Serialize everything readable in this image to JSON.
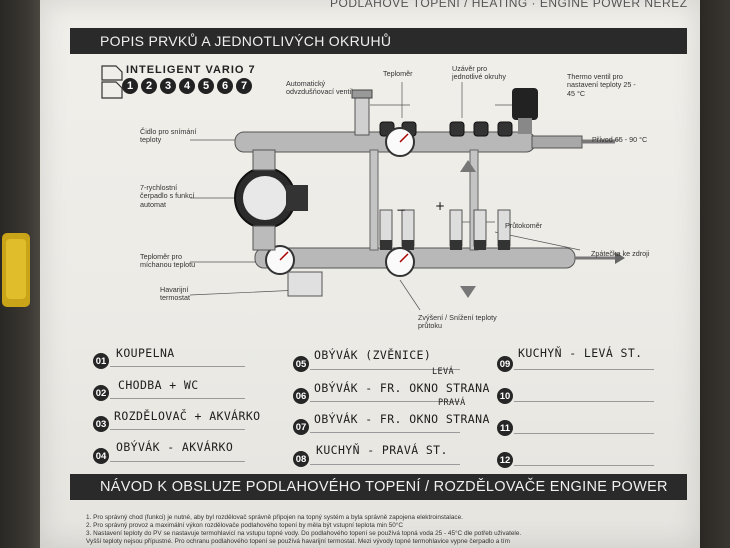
{
  "page": {
    "top_strip_text": "PODLAHOVÉ TOPENÍ / HEATING · ENGINE POWER NEREZ",
    "section1_title": "POPIS PRVKŮ A JEDNOTLIVÝCH OKRUHŮ",
    "section2_title": "NÁVOD K OBSLUZE PODLAHOVÉHO TOPENÍ / ROZDĚLOVAČE ENGINE POWER"
  },
  "product": {
    "name": "INTELIGENT VARIO 7",
    "circle_numbers": [
      "1",
      "2",
      "3",
      "4",
      "5",
      "6",
      "7"
    ]
  },
  "labels": {
    "auto_vent": "Automatický odvzdušňovací ventil",
    "thermometer": "Teploměr",
    "shutoff": "Uzávěr pro jednotlivé okruhy",
    "thermo_valve": "Thermo ventil pro nastavení teploty 25 - 45 °C",
    "temp_sensor": "Čidlo pro snímání teploty",
    "supply": "Přívod 65 - 90 °C",
    "pump": "7-rychlostní čerpadlo s funkcí automat",
    "flowmeter": "Průtokoměr",
    "return": "Zpátečka ke zdroji",
    "mix_thermometer": "Teploměr pro míchanou teplotu",
    "emergency": "Havarijní termostat",
    "flow_adjust": "Zvýšení / Snížení teploty průtoku"
  },
  "circuits": [
    {
      "num": "01",
      "text": "KOUPELNA",
      "note": ""
    },
    {
      "num": "02",
      "text": "CHODBA + WC",
      "note": ""
    },
    {
      "num": "03",
      "text": "ROZDĚLOVAČ + AKVÁRKO",
      "note": ""
    },
    {
      "num": "04",
      "text": "OBÝVÁK - AKVÁRKO",
      "note": ""
    },
    {
      "num": "05",
      "text": "OBÝVÁK (ZVĚNICE)",
      "note": ""
    },
    {
      "num": "06",
      "text": "OBÝVÁK - FR. OKNO STRANA",
      "note": "LEVÁ"
    },
    {
      "num": "07",
      "text": "OBÝVÁK - FR. OKNO STRANA",
      "note": "PRAVÁ"
    },
    {
      "num": "08",
      "text": "KUCHYŇ - PRAVÁ ST.",
      "note": ""
    },
    {
      "num": "09",
      "text": "KUCHYŇ - LEVÁ ST.",
      "note": ""
    },
    {
      "num": "10",
      "text": "",
      "note": ""
    },
    {
      "num": "11",
      "text": "",
      "note": ""
    },
    {
      "num": "12",
      "text": "",
      "note": ""
    }
  ],
  "instructions": [
    "1. Pro správný chod (funkci) je nutné, aby byl rozdělovač správně připojen na topný systém a byla správně zapojena elektroinstalace.",
    "2. Pro správný provoz a maximální výkon rozdělovače podlahového topení by měla být vstupní teplota min 50°C",
    "3. Nastavení teploty do PV se nastavuje termohlavicí na vstupu topné vody. Do podlahového topení se používá topná voda 25 - 45°C dle potřeb uživatele.",
    "Vyšší teploty nejsou přípustné. Pro ochranu podlahového topení se používá havarijní termostat. Mezi vývody topné termohlavice vypne čerpadlo a tím"
  ]
}
